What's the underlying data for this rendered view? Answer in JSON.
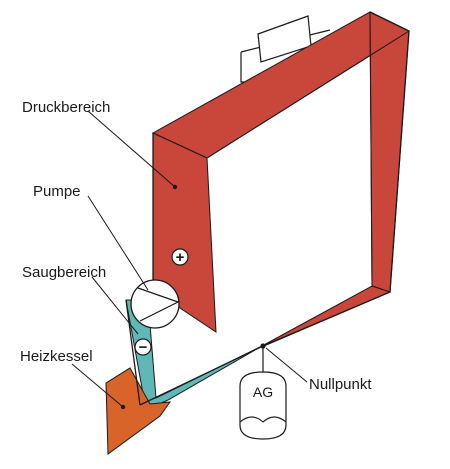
{
  "labels": {
    "druckbereich": "Druckbereich",
    "pumpe": "Pumpe",
    "saugbereich": "Saugbereich",
    "heizkessel": "Heizkessel",
    "nullpunkt": "Nullpunkt"
  },
  "symbols": {
    "plus": "+",
    "minus": "−",
    "vessel": "AG"
  },
  "colors": {
    "pressure_zone": "#c9463a",
    "suction_zone": "#5fb8b6",
    "boiler": "#d9642a",
    "outline": "#1a1a1a",
    "component_fill": "#ffffff"
  }
}
